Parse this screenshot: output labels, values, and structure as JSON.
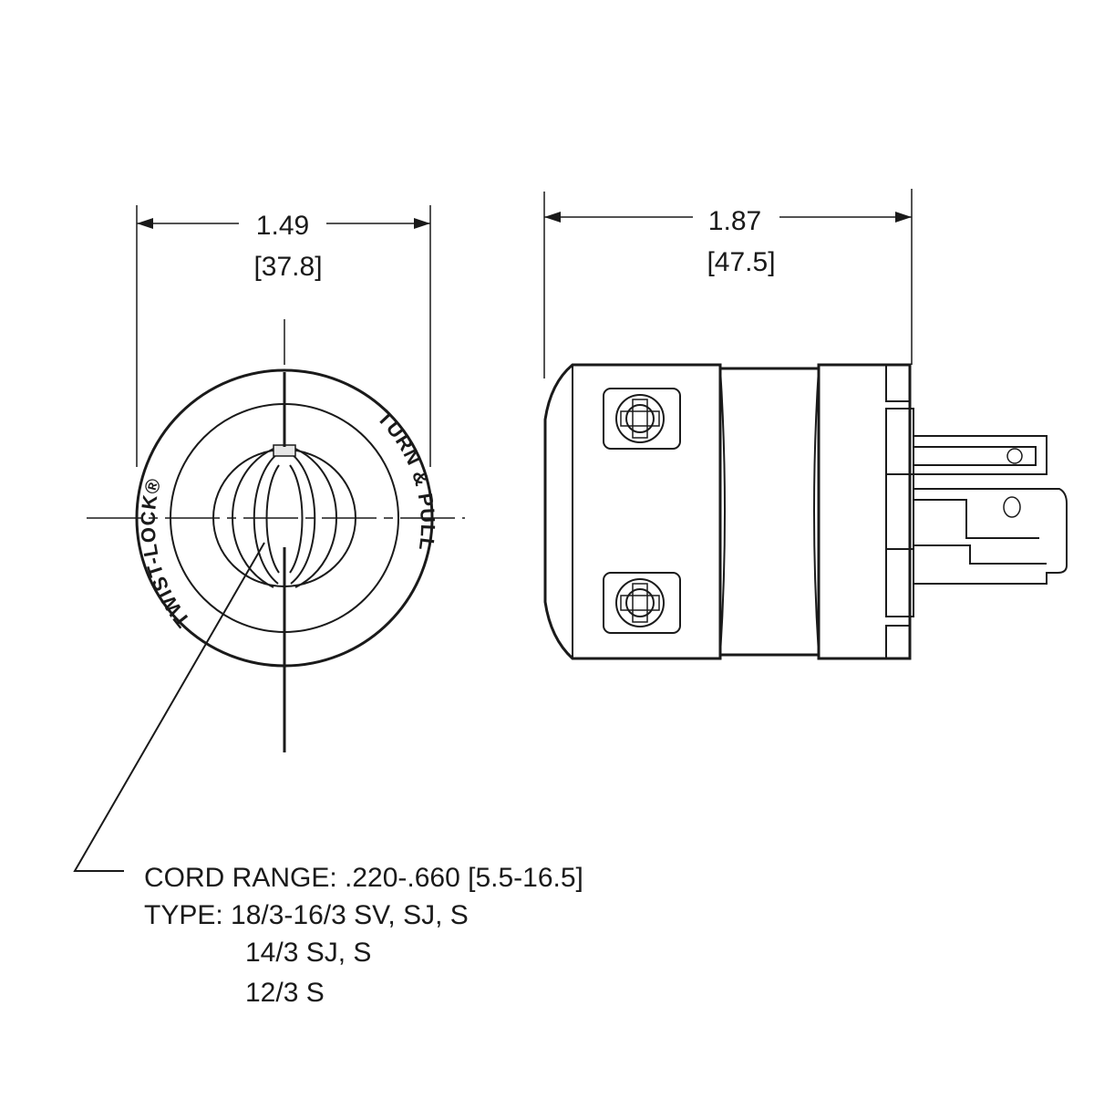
{
  "front_view": {
    "width_in": "1.49",
    "width_mm": "[37.8]",
    "ring_text_left": "TWIST-LOCK®",
    "ring_text_right": "TURN & PULL"
  },
  "side_view": {
    "length_in": "1.87",
    "length_mm": "[47.5]"
  },
  "cord_note": {
    "line1": "CORD RANGE: .220-.660 [5.5-16.5]",
    "line2": "TYPE: 18/3-16/3 SV, SJ, S",
    "line3": "14/3 SJ, S",
    "line4": "12/3 S"
  }
}
